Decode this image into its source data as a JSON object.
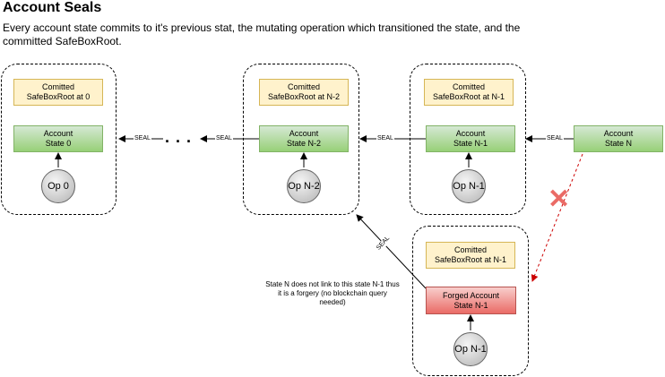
{
  "title": "Account Seals",
  "description": "Every account state commits to it's previous stat, the mutating operation which transitioned the state, and the committed SafeBoxRoot.",
  "groups": [
    {
      "commit_line1": "Comitted",
      "commit_line2": "SafeBoxRoot at 0",
      "state_line1": "Account",
      "state_line2": "State 0",
      "op": "Op 0"
    },
    {
      "commit_line1": "Comitted",
      "commit_line2": "SafeBoxRoot at N-2",
      "state_line1": "Account",
      "state_line2": "State N-2",
      "op": "Op N-2"
    },
    {
      "commit_line1": "Comitted",
      "commit_line2": "SafeBoxRoot at N-1",
      "state_line1": "Account",
      "state_line2": "State N-1",
      "op": "Op N-1"
    }
  ],
  "state_n": {
    "line1": "Account",
    "line2": "State N"
  },
  "forged_group": {
    "commit_line1": "Comitted",
    "commit_line2": "SafeBoxRoot at N-1",
    "state_line1": "Forged Account",
    "state_line2": "State N-1",
    "op": "Op N-1"
  },
  "ellipsis": ". . .",
  "seal_label": "SEAL",
  "note": "State N does not link to this state N-1 thus it is a forgery (no blockchain query needed)",
  "invalid_mark": "✕",
  "colors": {
    "commit_fill": "#fff2cc",
    "state_fill": "#97d077",
    "forged_fill": "#ea6b66",
    "invalid_mark": "#ea6b66"
  }
}
